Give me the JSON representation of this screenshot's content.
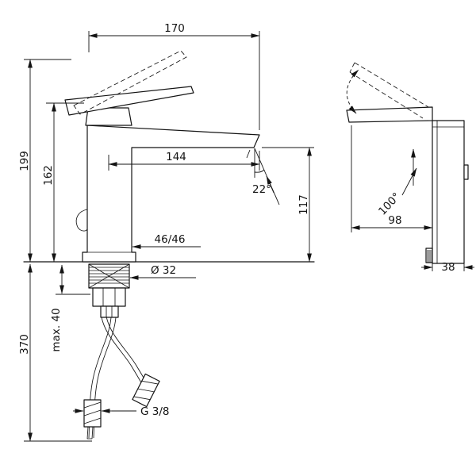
{
  "front_view": {
    "dims": {
      "spout_projection": "170",
      "total_height": "199",
      "body_height": "162",
      "spout_reach": "144",
      "outlet_height": "117",
      "spout_angle": "22°",
      "supply_offset": "46/46",
      "shank_diameter": "Ø 32",
      "hose_length": "370",
      "max_counter_thickness": "max. 40",
      "hose_thread": "G 3/8"
    }
  },
  "side_view": {
    "dims": {
      "handle_swing_angle": "100°",
      "depth": "98",
      "body_width": "38"
    }
  }
}
